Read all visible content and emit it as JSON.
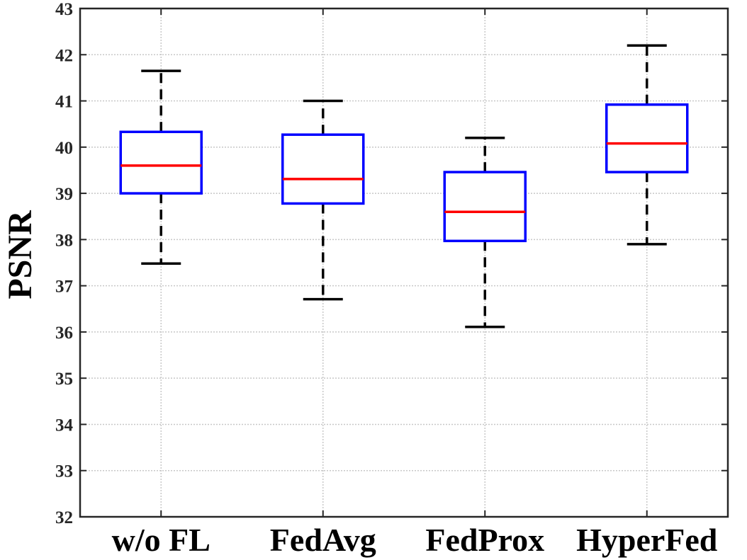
{
  "chart_data": {
    "type": "box",
    "title": "",
    "xlabel": "",
    "ylabel": "PSNR",
    "ylim": [
      32,
      43
    ],
    "yticks": [
      32,
      33,
      34,
      35,
      36,
      37,
      38,
      39,
      40,
      41,
      42,
      43
    ],
    "grid": true,
    "categories": [
      "w/o FL",
      "FedAvg",
      "FedProx",
      "HyperFed"
    ],
    "boxes": [
      {
        "category": "w/o FL",
        "whisker_low": 37.48,
        "q1": 39.0,
        "median": 39.6,
        "q3": 40.33,
        "whisker_high": 41.65
      },
      {
        "category": "FedAvg",
        "whisker_low": 36.71,
        "q1": 38.78,
        "median": 39.31,
        "q3": 40.27,
        "whisker_high": 41.0
      },
      {
        "category": "FedProx",
        "whisker_low": 36.11,
        "q1": 37.97,
        "median": 38.6,
        "q3": 39.46,
        "whisker_high": 40.2
      },
      {
        "category": "HyperFed",
        "whisker_low": 37.9,
        "q1": 39.46,
        "median": 40.08,
        "q3": 40.92,
        "whisker_high": 42.2
      }
    ],
    "colors": {
      "box": "#0000ff",
      "median": "#ff0000",
      "whisker": "#000000",
      "grid": "#c8c8c8",
      "axis": "#262626"
    }
  }
}
